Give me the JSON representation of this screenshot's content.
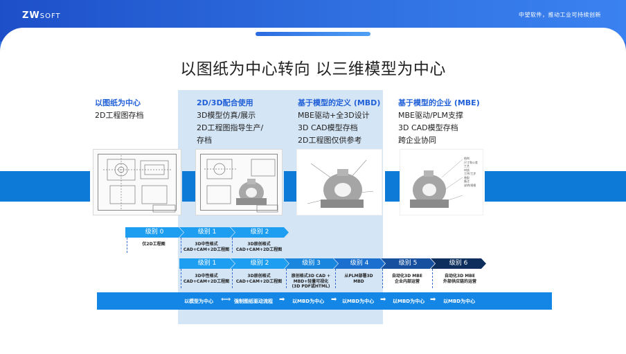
{
  "header": {
    "logo_main": "ZW",
    "logo_soft": "SOFT",
    "slogan": "中望软件，推动工业可持续创新"
  },
  "title": "以图纸为中心转向  以三维模型为中心",
  "columns": [
    {
      "head": "以图纸为中心",
      "lines": [
        "2D工程图存档"
      ]
    },
    {
      "head": "2D/3D配合使用",
      "lines": [
        "3D模型仿真/展示",
        "2D工程图指导生产/",
        "存档"
      ]
    },
    {
      "head": "基于模型的定义 (MBD)",
      "lines": [
        "MBE驱动+全3D设计",
        "3D CAD模型存档",
        "2D工程图仅供参考"
      ]
    },
    {
      "head": "基于模型的企业 (MBE)",
      "lines": [
        "MBE驱动/PLM支撑",
        "3D CAD模型存档",
        "跨企业协同"
      ]
    }
  ],
  "upper_levels": [
    {
      "label": "级别 0",
      "desc": [
        "仅2D工程图"
      ]
    },
    {
      "label": "级别 1",
      "desc": [
        "3D中性格式",
        "CAD+CAM+2D工程图"
      ]
    },
    {
      "label": "级别 2",
      "desc": [
        "3D原创格式",
        "CAD+CAM+2D工程图"
      ]
    }
  ],
  "lower_levels": [
    {
      "label": "级别 1",
      "desc": [
        "3D中性格式",
        "CAD+CAM+2D工程图"
      ]
    },
    {
      "label": "级别 2",
      "desc": [
        "3D原创格式",
        "CAD+CAM+2D工程图"
      ]
    },
    {
      "label": "级别 3",
      "desc": [
        "原创格式3D CAD +",
        "MBD+轻量可视化",
        "(3D PDF或HTML)"
      ]
    },
    {
      "label": "级别 4",
      "desc": [
        "从PLM部署3D",
        "MBD"
      ]
    },
    {
      "label": "级别 5",
      "desc": [
        "自动化3D MBE",
        "企业内部运营"
      ]
    },
    {
      "label": "级别 6",
      "desc": [
        "自动化3D MBE",
        "外部供应链的运营"
      ]
    }
  ],
  "flow": [
    "以模型为中心",
    "强制图纸驱动流程",
    "以MBD为中心",
    "以MBD为中心",
    "以MBD为中心",
    "以MBD为中心"
  ],
  "legend_items": [
    "结构",
    "尺寸和公差",
    "工艺",
    "材质",
    "工序/工步",
    "装配",
    "备注",
    "说明/规格"
  ],
  "colors": {
    "brand_blue": "#1f5fd8",
    "highlight": "#d4e5f5",
    "stripe": "#0d7ad8",
    "bar": "#1386e6"
  }
}
